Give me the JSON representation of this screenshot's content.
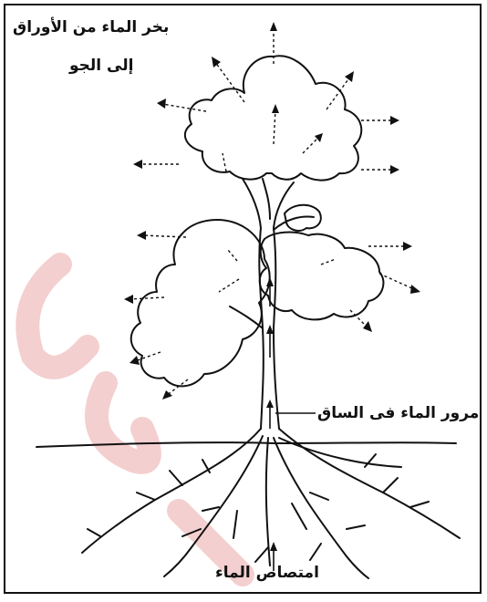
{
  "labels": {
    "transpiration_line1": "بخر الماء من الأوراق",
    "transpiration_line2": "إلى الجو",
    "stem_flow": "مرور الماء فى الساق",
    "absorption": "امتصاص الماء"
  },
  "colors": {
    "ink": "#111111",
    "watermark": "#f4cfcf"
  },
  "icons": {
    "evaporation_arrows": "arrow-outward",
    "stem_arrows": "arrow-up"
  }
}
